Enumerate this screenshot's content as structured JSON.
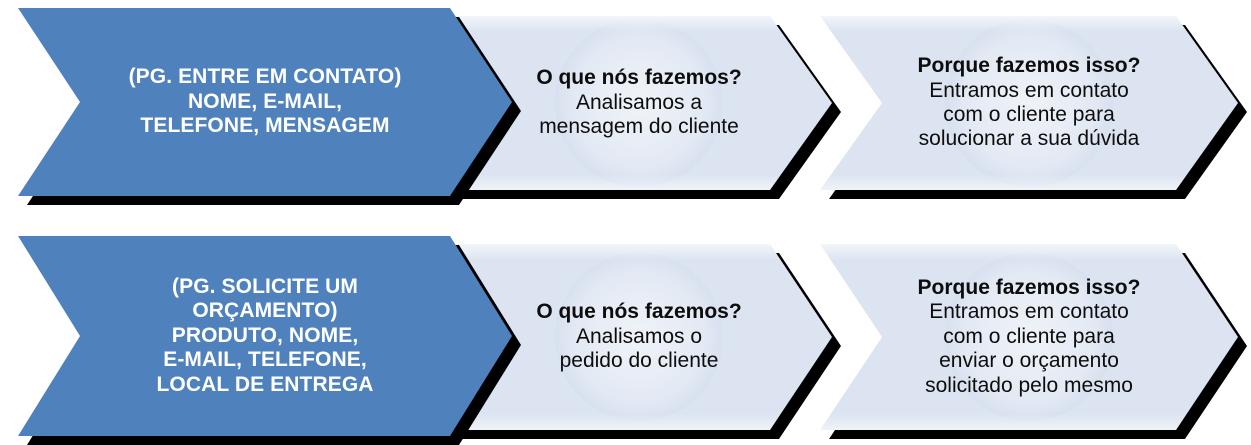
{
  "diagram": {
    "type": "chevron-process-flow",
    "colors": {
      "accent": "#4F81BD",
      "light": "#DCE4F1",
      "shadow": "#000000",
      "accent_text": "#FFFFFF",
      "light_text": "#0D0D0D",
      "background": "#FFFFFF"
    },
    "rows": [
      {
        "name": "fluxo-entre-em-contato",
        "steps": [
          {
            "style": "accent",
            "heading": "",
            "lines": [
              "(PG. ENTRE EM CONTATO)",
              "NOME, E-MAIL,",
              "TELEFONE, MENSAGEM"
            ]
          },
          {
            "style": "light",
            "heading": "O que nós fazemos?",
            "lines": [
              "Analisamos a",
              "mensagem do cliente"
            ]
          },
          {
            "style": "light",
            "heading": "Porque fazemos isso?",
            "lines": [
              "Entramos em contato",
              "com o cliente para",
              "solucionar a sua dúvida"
            ]
          }
        ]
      },
      {
        "name": "fluxo-solicite-um-orcamento",
        "steps": [
          {
            "style": "accent",
            "heading": "",
            "lines": [
              "(PG. SOLICITE UM",
              "ORÇAMENTO)",
              "PRODUTO, NOME,",
              "E-MAIL, TELEFONE,",
              "LOCAL DE ENTREGA"
            ]
          },
          {
            "style": "light",
            "heading": "O que nós fazemos?",
            "lines": [
              "Analisamos o",
              "pedido do cliente"
            ]
          },
          {
            "style": "light",
            "heading": "Porque fazemos isso?",
            "lines": [
              "Entramos em contato",
              "com o cliente para",
              "enviar o orçamento",
              "solicitado pelo mesmo"
            ]
          }
        ]
      }
    ]
  }
}
